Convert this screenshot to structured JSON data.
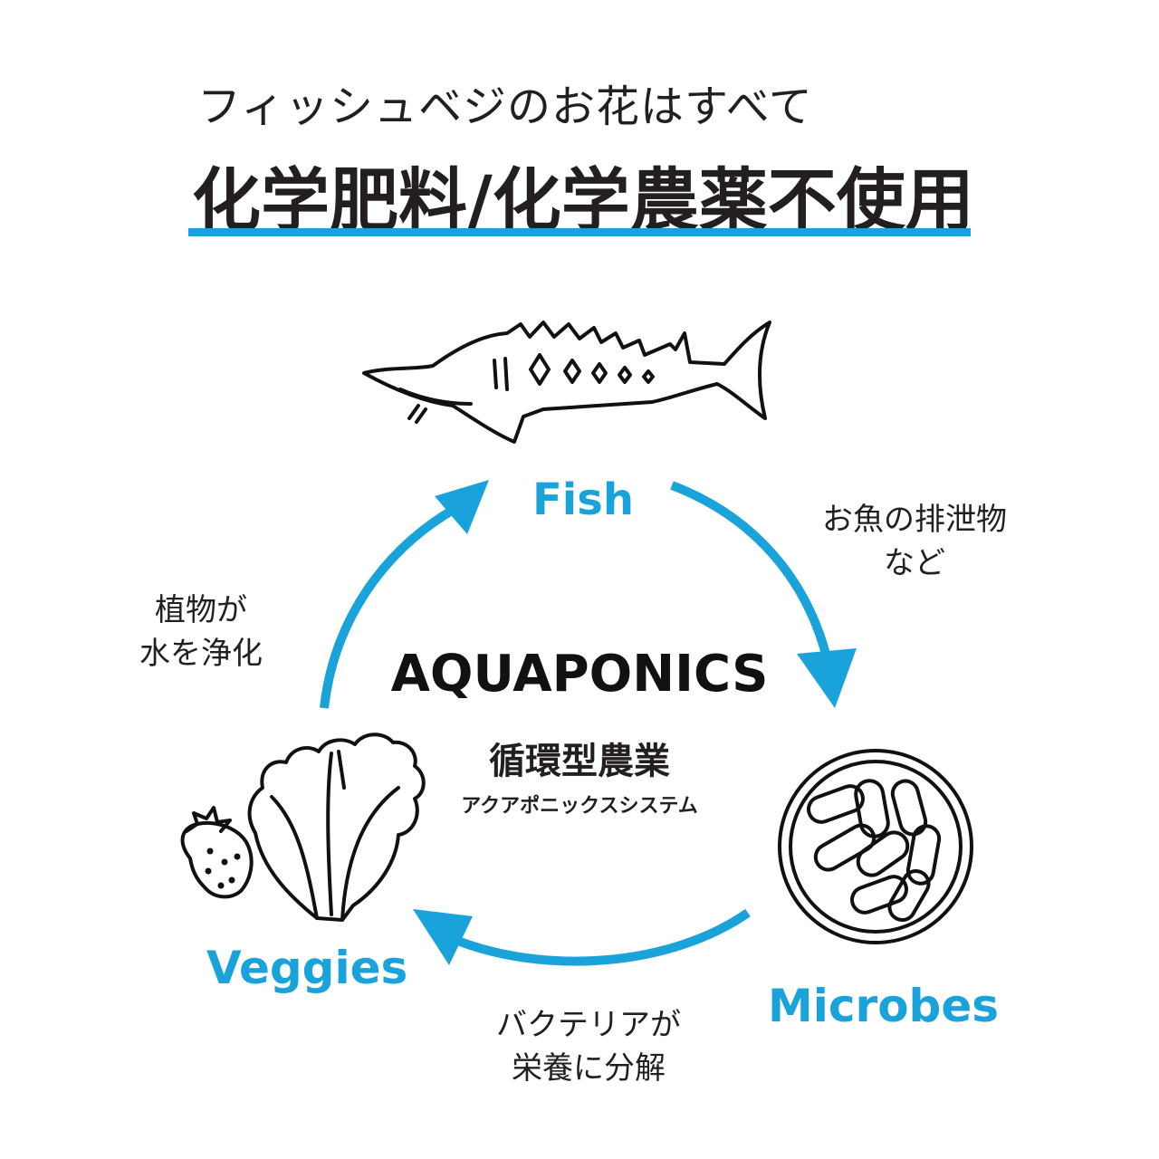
{
  "header": {
    "subtitle": "フィッシュベジのお花はすべて",
    "headline": "化学肥料/化学農薬不使用"
  },
  "center": {
    "title": "AQUAPONICS",
    "subtitle_jp": "循環型農業",
    "subtitle_kana": "アクアポニックスシステム"
  },
  "nodes": {
    "fish": "Fish",
    "veggies": "Veggies",
    "microbes": "Microbes"
  },
  "notes": {
    "fish_to_microbes": [
      "お魚の排泄物",
      "など"
    ],
    "veggies_to_fish": [
      "植物が",
      "水を浄化"
    ],
    "microbes_to_veggies": [
      "バクテリアが",
      "栄養に分解"
    ]
  },
  "colors": {
    "accent": "#1aa3db",
    "text": "#231f20"
  }
}
